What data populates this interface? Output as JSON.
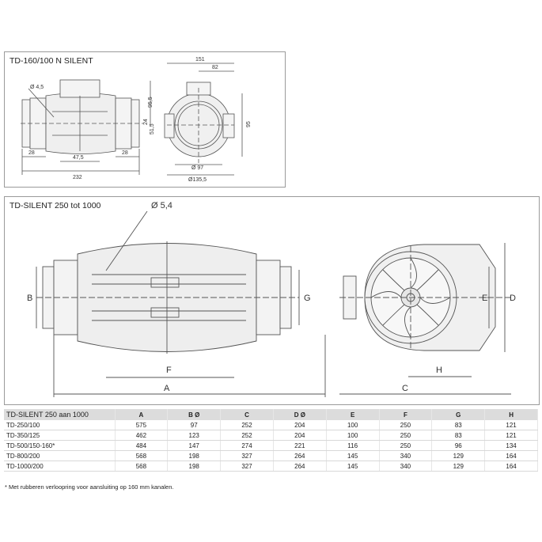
{
  "top_panel": {
    "title": "TD-160/100 N SILENT",
    "side_dims": {
      "hole": "Ø 4,5",
      "left": "28",
      "middle": "47,5",
      "right": "28",
      "total": "232"
    },
    "end_dims": {
      "width": "151",
      "half": "82",
      "height": "95,5",
      "h1": "24",
      "h2": "51,5",
      "h3": "95",
      "inner": "Ø 97",
      "outer": "Ø135,5"
    }
  },
  "middle_panel": {
    "title": "TD-SILENT 250 tot 1000",
    "hole_label": "Ø 5,4",
    "side_labels": {
      "a": "A",
      "b": "B",
      "f": "F",
      "g": "G"
    },
    "end_labels": {
      "c": "C",
      "d": "D",
      "e": "E",
      "h": "H"
    }
  },
  "table": {
    "headers": [
      "TD-SILENT 250 aan 1000",
      "A",
      "B Ø",
      "C",
      "D Ø",
      "E",
      "F",
      "G",
      "H"
    ],
    "rows": [
      [
        "TD-250/100",
        "575",
        "97",
        "252",
        "204",
        "100",
        "250",
        "83",
        "121"
      ],
      [
        "TD-350/125",
        "462",
        "123",
        "252",
        "204",
        "100",
        "250",
        "83",
        "121"
      ],
      [
        "TD-500/150-160*",
        "484",
        "147",
        "274",
        "221",
        "116",
        "250",
        "96",
        "134"
      ],
      [
        "TD-800/200",
        "568",
        "198",
        "327",
        "264",
        "145",
        "340",
        "129",
        "164"
      ],
      [
        "TD-1000/200",
        "568",
        "198",
        "327",
        "264",
        "145",
        "340",
        "129",
        "164"
      ]
    ],
    "footnote": "* Met rubberen verloopring voor aansluiting op 160 mm kanalen."
  }
}
